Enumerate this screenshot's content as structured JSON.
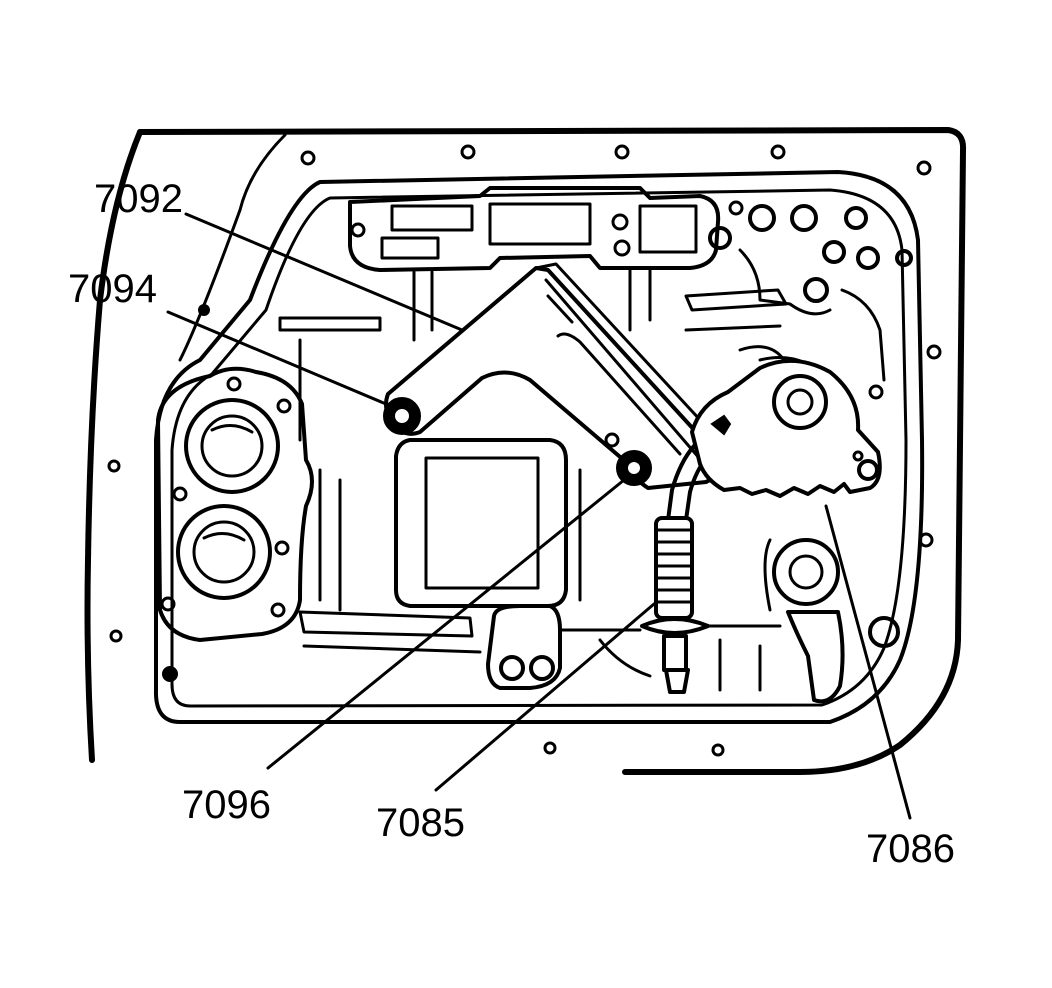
{
  "diagram": {
    "callouts": [
      {
        "id": "7092",
        "label": "7092"
      },
      {
        "id": "7094",
        "label": "7094"
      },
      {
        "id": "7096",
        "label": "7096"
      },
      {
        "id": "7085",
        "label": "7085"
      },
      {
        "id": "7086",
        "label": "7086"
      }
    ]
  }
}
